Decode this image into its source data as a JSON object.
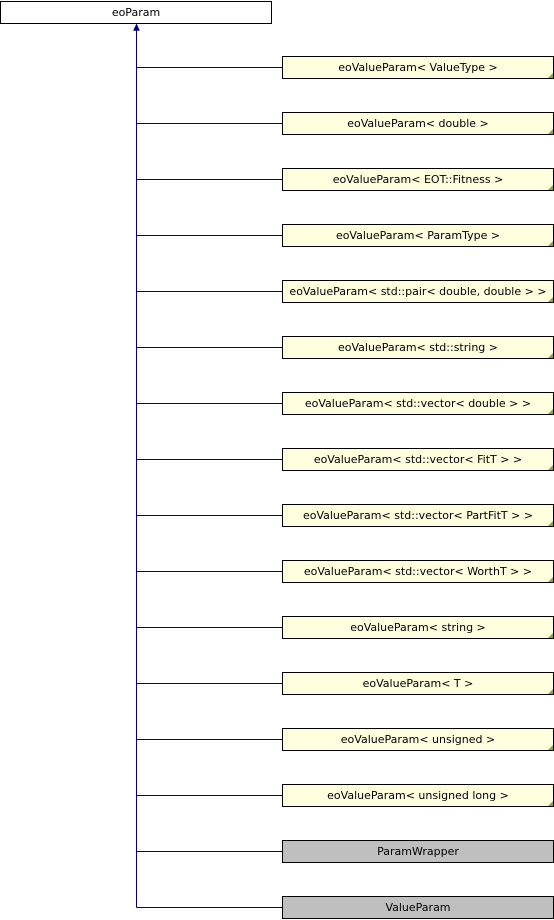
{
  "diagram": {
    "type": "inheritance",
    "base": {
      "name": "eoParam"
    },
    "derived": [
      {
        "name": "eoValueParam< ValueType >",
        "documented": true
      },
      {
        "name": "eoValueParam< double >",
        "documented": true
      },
      {
        "name": "eoValueParam< EOT::Fitness >",
        "documented": true
      },
      {
        "name": "eoValueParam< ParamType >",
        "documented": true
      },
      {
        "name": "eoValueParam< std::pair< double, double > >",
        "documented": true
      },
      {
        "name": "eoValueParam< std::string >",
        "documented": true
      },
      {
        "name": "eoValueParam< std::vector< double > >",
        "documented": true
      },
      {
        "name": "eoValueParam< std::vector< FitT > >",
        "documented": true
      },
      {
        "name": "eoValueParam< std::vector< PartFitT > >",
        "documented": true
      },
      {
        "name": "eoValueParam< std::vector< WorthT > >",
        "documented": true
      },
      {
        "name": "eoValueParam< string >",
        "documented": true
      },
      {
        "name": "eoValueParam< T >",
        "documented": true
      },
      {
        "name": "eoValueParam< unsigned >",
        "documented": true
      },
      {
        "name": "eoValueParam< unsigned long >",
        "documented": true
      },
      {
        "name": "ParamWrapper",
        "documented": false
      },
      {
        "name": "ValueParam",
        "documented": false
      }
    ],
    "colors": {
      "base_fill": "#ffffff",
      "derived_fill": "#ffffe0",
      "undocumented_fill": "#bfbfbf",
      "border": "#000000",
      "edge": "#000080",
      "corner_mark": "#9aa040"
    }
  }
}
